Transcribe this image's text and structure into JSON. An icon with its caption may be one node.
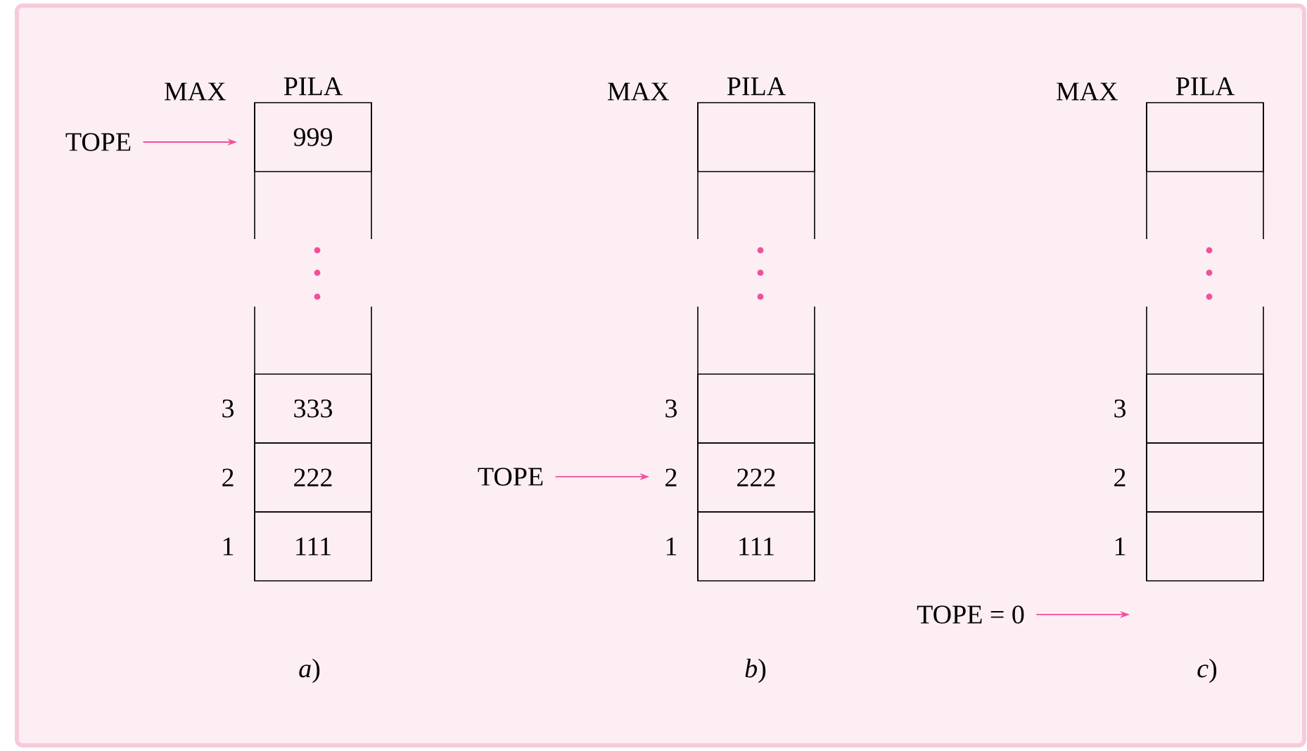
{
  "diagram": {
    "nodes": [
      {
        "text": [
          "PILA"
        ]
      },
      {
        "text": [
          "999"
        ],
        "in": 0,
        "beside": [
          "MAX"
        ]
      },
      {
        "text": [
          "333"
        ],
        "in": 0,
        "beside": [
          "3"
        ]
      },
      {
        "text": [
          "222"
        ],
        "in": 0,
        "beside": [
          "2"
        ]
      },
      {
        "text": [
          "111"
        ],
        "in": 0,
        "beside": [
          "1"
        ]
      },
      {
        "text": [
          "TOPE"
        ]
      },
      {
        "text": [
          "PILA"
        ]
      },
      {
        "text": [],
        "shape": "box",
        "in": 6,
        "beside": [
          "MAX"
        ]
      },
      {
        "text": [],
        "shape": "box",
        "in": 6,
        "beside": [
          "3"
        ]
      },
      {
        "text": [
          "222"
        ],
        "in": 6,
        "beside": [
          "2"
        ]
      },
      {
        "text": [
          "111"
        ],
        "in": 6,
        "beside": [
          "1"
        ]
      },
      {
        "text": [
          "TOPE"
        ]
      },
      {
        "text": [
          "PILA"
        ]
      },
      {
        "text": [],
        "shape": "box",
        "in": 12,
        "beside": [
          "MAX"
        ]
      },
      {
        "text": [],
        "shape": "box",
        "in": 12,
        "beside": [
          "3"
        ]
      },
      {
        "text": [],
        "shape": "box",
        "in": 12,
        "beside": [
          "2"
        ]
      },
      {
        "text": [],
        "shape": "box",
        "in": 12,
        "beside": [
          "1"
        ]
      },
      {
        "text": [
          "TOPE = 0"
        ]
      }
    ],
    "edges": [
      {
        "from": 5,
        "to": 1,
        "arrow": "to"
      },
      {
        "from": 11,
        "to": 9,
        "arrow": "to"
      },
      {
        "from": 17,
        "to": null,
        "arrow": "to"
      }
    ],
    "labels": [
      "*a*)",
      "*b*)",
      "*c*)"
    ]
  }
}
